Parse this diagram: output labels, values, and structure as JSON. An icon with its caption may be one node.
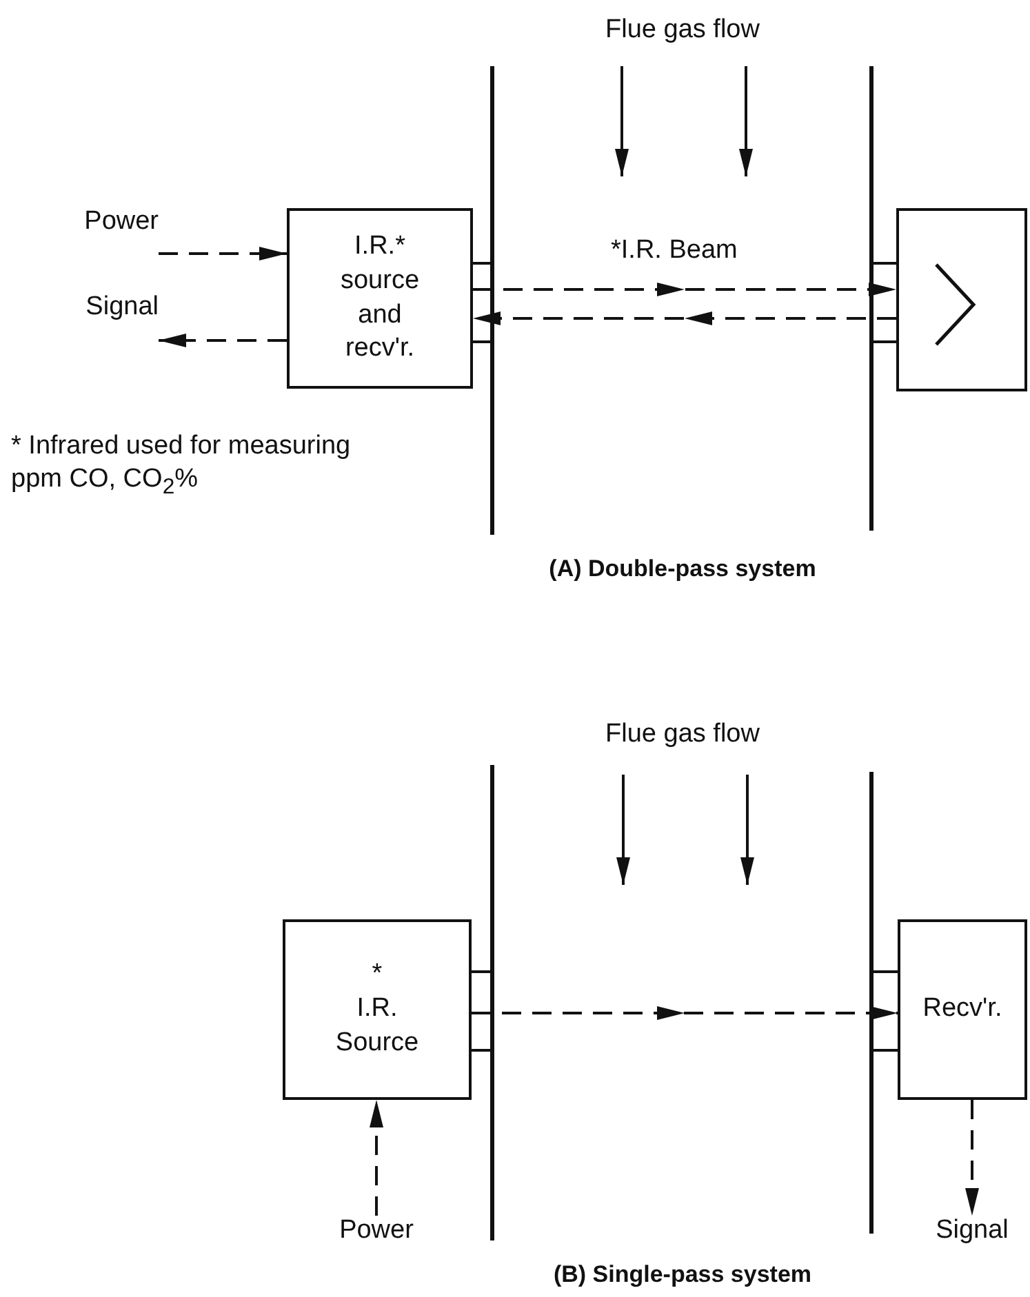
{
  "diagram": {
    "nodes": [
      {
        "text": [
          "I.R.* source and recv'r."
        ]
      },
      {
        "text": [],
        "shape": "box"
      },
      {
        "text": [
          "Power"
        ]
      },
      {
        "text": [
          "Signal"
        ]
      },
      {
        "text": [
          "*",
          "I.R. Source"
        ]
      },
      {
        "text": [
          "Recv'r."
        ]
      },
      {
        "text": [
          "Power"
        ]
      },
      {
        "text": [
          "Signal"
        ]
      }
    ],
    "edges": [
      {
        "from": 2,
        "to": 0,
        "arrow": "to",
        "style": "dashed"
      },
      {
        "from": 0,
        "to": 3,
        "arrow": "to",
        "style": "dashed"
      },
      {
        "from": 0,
        "to": 1,
        "arrow": "to",
        "style": "dashed",
        "label": "*I.R. Beam"
      },
      {
        "from": 1,
        "to": 0,
        "arrow": "to",
        "style": "dashed"
      },
      {
        "from": 6,
        "to": 4,
        "arrow": "to",
        "style": "dashed"
      },
      {
        "from": 4,
        "to": 5,
        "arrow": "to",
        "style": "dashed"
      },
      {
        "from": 5,
        "to": 7,
        "arrow": "to",
        "style": "dashed"
      }
    ],
    "labels": [
      "Flue gas flow",
      "* Infrared used for measuring ppm CO, CO$_{2}$%",
      "(A) Double-pass system",
      "Flue gas flow",
      "(B) Single-pass system"
    ]
  }
}
